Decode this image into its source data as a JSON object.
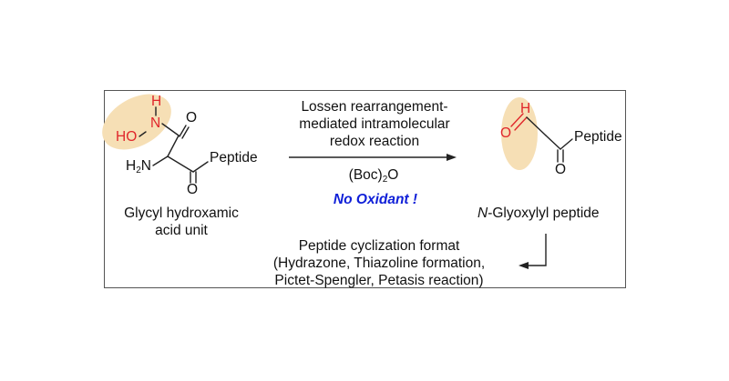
{
  "colors": {
    "highlight": "#f6dfb5",
    "heteroatom": "#e0262b",
    "emphasis": "#1020d8",
    "frame": "#555555"
  },
  "left_molecule": {
    "atom_H": "H",
    "atom_N": "N",
    "atom_HO": "HO",
    "atom_O_top": "O",
    "atom_H2N_prefix": "H",
    "atom_H2N_sub": "2",
    "atom_H2N_suffix": "N",
    "atom_O_bottom": "O",
    "peptide": "Peptide",
    "caption_line1": "Glycyl hydroxamic",
    "caption_line2": "acid unit"
  },
  "reaction": {
    "line1": "Lossen rearrangement-",
    "line2": "mediated intramolecular",
    "line3": "redox reaction",
    "reagent_prefix": "(Boc)",
    "reagent_sub": "2",
    "reagent_suffix": "O",
    "note": "No Oxidant !"
  },
  "right_molecule": {
    "atom_H": "H",
    "atom_O_left": "O",
    "atom_O_bottom": "O",
    "peptide": "Peptide",
    "caption_italic": "N",
    "caption_rest": "-Glyoxylyl peptide"
  },
  "bottom": {
    "line1": "Peptide cyclization format",
    "line2": "(Hydrazone, Thiazoline formation,",
    "line3": "Pictet-Spengler,  Petasis reaction)"
  }
}
